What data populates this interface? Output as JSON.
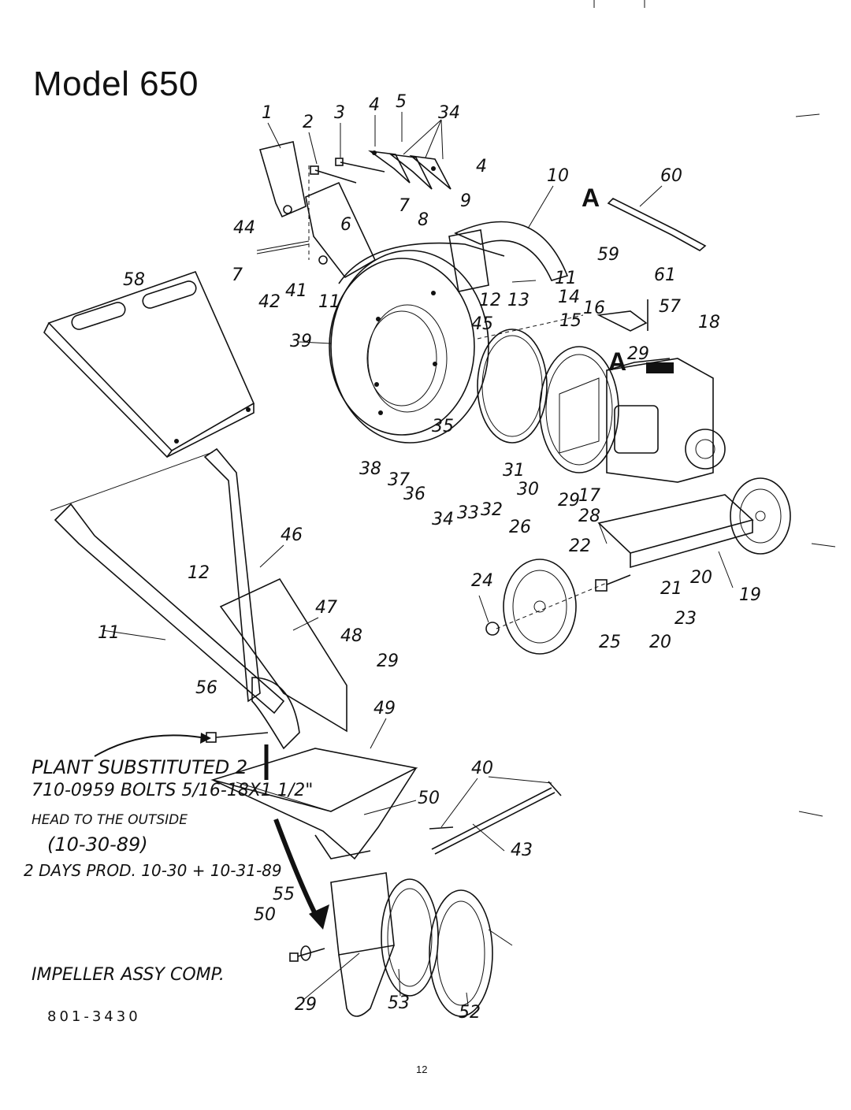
{
  "title": "Model 650",
  "page_number": "12",
  "callouts": {
    "c1": "1",
    "c2": "2",
    "c3": "3",
    "c4a": "4",
    "c5": "5",
    "c34a": "34",
    "c4b": "4",
    "c10": "10",
    "c60": "60",
    "c44": "44",
    "c6": "6",
    "c7a": "7",
    "c8": "8",
    "c9": "9",
    "c7b": "7",
    "c42": "42",
    "c41": "41",
    "c11a": "11",
    "c11b": "11",
    "c12a": "12",
    "c13": "13",
    "c14": "14",
    "c59": "59",
    "c61": "61",
    "c57": "57",
    "c58": "58",
    "c39": "39",
    "c45": "45",
    "c15": "15",
    "c16": "16",
    "c18": "18",
    "c29a": "29",
    "c35": "35",
    "c38": "38",
    "c37": "37",
    "c36": "36",
    "c31": "31",
    "c30": "30",
    "c29b": "29",
    "c17": "17",
    "c28": "28",
    "c34b": "34",
    "c33": "33",
    "c32": "32",
    "c26": "26",
    "c22": "22",
    "c46": "46",
    "c12b": "12",
    "c47": "47",
    "c24": "24",
    "c21": "21",
    "c20a": "20",
    "c19": "19",
    "c23": "23",
    "c25": "25",
    "c20b": "20",
    "c11c": "11",
    "c48": "48",
    "c29c": "29",
    "c56": "56",
    "c49": "49",
    "c40": "40",
    "c50a": "50",
    "c43": "43",
    "c55": "55",
    "c50b": "50",
    "c29d": "29",
    "c53": "53",
    "c52": "52"
  },
  "legend_marks": {
    "a1": "A",
    "a2": "A"
  },
  "notes": {
    "line1": "PLANT SUBSTITUTED 2",
    "line2": "710-0959 BOLTS 5/16-18X1 1/2\"",
    "line3": "HEAD TO THE OUTSIDE",
    "line4": "(10-30-89)",
    "line5": "2 DAYS PROD. 10-30 + 10-31-89",
    "line6": "IMPELLER ASSY COMP.",
    "line7": "801-3430"
  }
}
